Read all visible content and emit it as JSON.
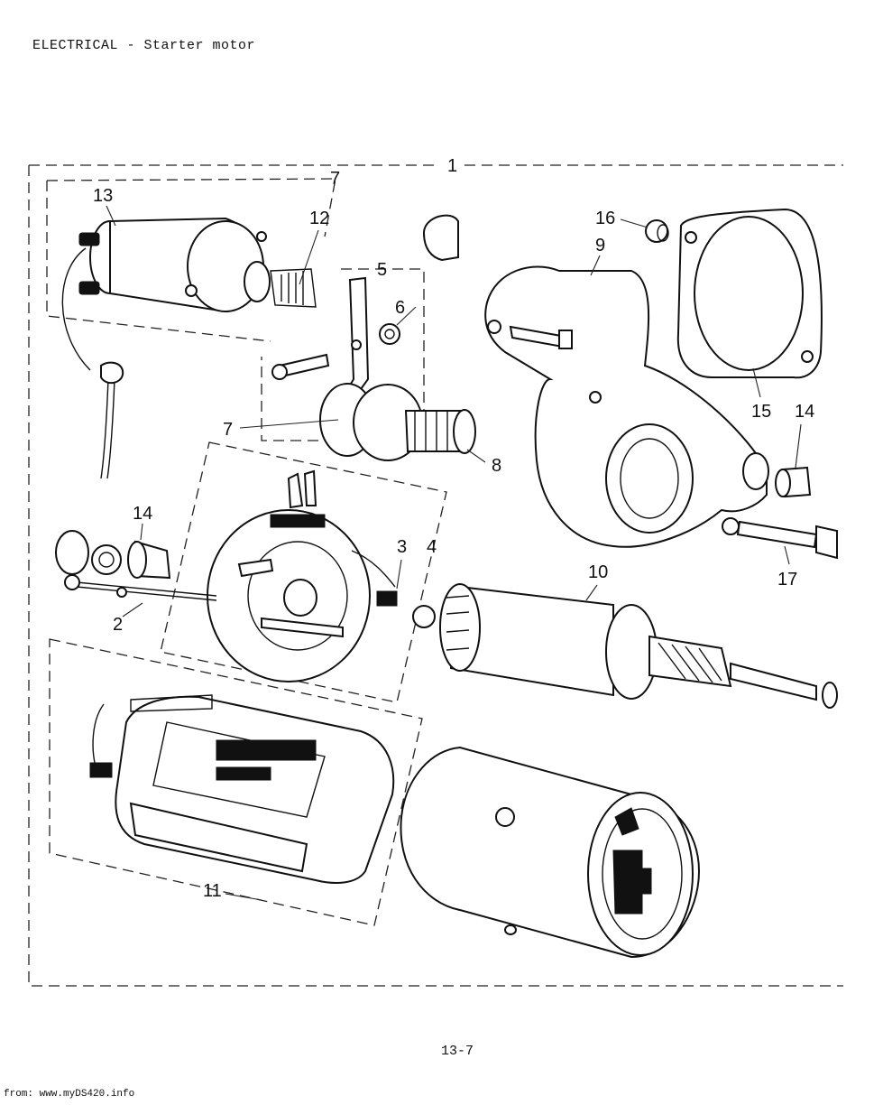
{
  "page": {
    "header": "ELECTRICAL - Starter motor",
    "page_number": "13-7",
    "footer": "from: www.myDS420.info"
  },
  "callouts": {
    "c1": "1",
    "c2": "2",
    "c3": "3",
    "c4": "4",
    "c5": "5",
    "c6": "6",
    "c7": "7",
    "c8": "8",
    "c9": "9",
    "c10": "10",
    "c11": "11",
    "c12": "12",
    "c13": "13",
    "c14a": "14",
    "c14b": "14",
    "c15": "15",
    "c16": "16",
    "c17": "17"
  }
}
